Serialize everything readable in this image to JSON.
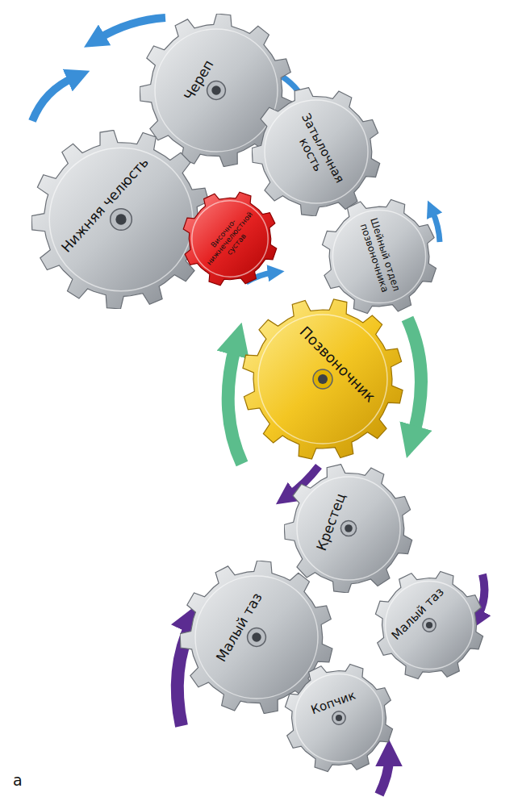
{
  "diagram": {
    "nodes": [
      {
        "text": [
          "Череп"
        ]
      },
      {
        "text": [
          "Нижняя челюсть"
        ]
      },
      {
        "text": [
          "Затылочная кость"
        ]
      },
      {
        "text": [
          "Височно-нижнечелюстной сустав"
        ]
      },
      {
        "text": [
          "Шейный отдел позвоночника"
        ]
      },
      {
        "text": [
          "Позвоночник"
        ]
      },
      {
        "text": [
          "Крестец"
        ]
      },
      {
        "text": [
          "Малый таз"
        ]
      },
      {
        "text": [
          "Малый таз"
        ]
      },
      {
        "text": [
          "Копчик"
        ]
      }
    ],
    "labels": [
      "а"
    ]
  }
}
